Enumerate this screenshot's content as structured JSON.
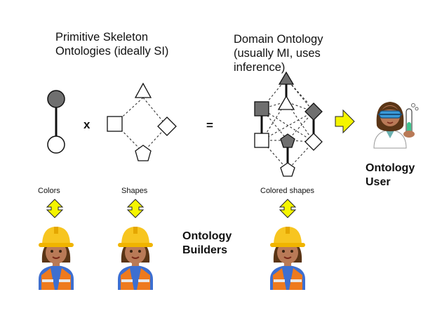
{
  "texts": {
    "skeleton_title": "Primitive Skeleton\nOntologies (ideally SI)",
    "domain_title": "Domain Ontology\n(usually MI, uses\ninference)",
    "times": "x",
    "equals": "=",
    "ontology_user": "Ontology\nUser",
    "ontology_builders": "Ontology\nBuilders",
    "colors": "Colors",
    "shapes": "Shapes",
    "colored_shapes": "Colored shapes"
  },
  "colors": {
    "gray_fill": "#6f6f6f",
    "arrow_yellow": "#f5f500",
    "helmet_yellow": "#f7c520",
    "skin": "#b97a57",
    "hair_brown": "#5a3516",
    "vest_orange": "#ee7a1e",
    "shirt_blue": "#3d6fd1"
  },
  "icons": [
    "builder-emoji-icon",
    "scientist-emoji-icon",
    "double-arrow-icon",
    "right-arrow-icon"
  ]
}
